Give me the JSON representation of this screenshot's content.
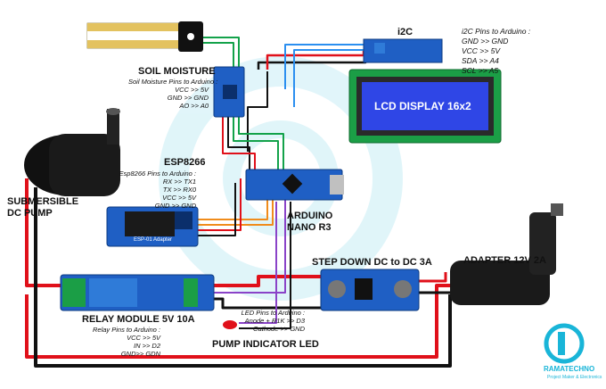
{
  "components": {
    "soil_moisture": {
      "title": "SOIL MOISTURE",
      "pins_title": "Soil Moisture Pins to Arduino :",
      "pins": [
        "VCC >> 5V",
        "GND >> GND",
        "AO >> A0"
      ]
    },
    "esp8266": {
      "title": "ESP8266",
      "pins_title": "Esp8266 Pins to Arduino :",
      "pins": [
        "RX >> TX1",
        "TX >> RX0",
        "VCC >> 5V",
        "GND >> GND"
      ],
      "board_label": "ESP-01 Adapter"
    },
    "pump": {
      "title_line1": "SUBMERSIBLE",
      "title_line2": "DC PUMP"
    },
    "arduino": {
      "title_line1": "ARDUINO",
      "title_line2": "NANO R3"
    },
    "i2c": {
      "title": "i2C",
      "pins_title": "i2C Pins to Arduino :",
      "pins": [
        "GND >> GND",
        "VCC >> 5V",
        "SDA >> A4",
        "SCL >> A5"
      ]
    },
    "lcd": {
      "label": "LCD DISPLAY 16x2"
    },
    "step_down": {
      "title": "STEP DOWN DC to DC 3A"
    },
    "adapter": {
      "title": "ADAPTER 12V 2A"
    },
    "relay": {
      "title": "RELAY MODULE 5V 10A",
      "pins_title": "Relay Pins to Arduino :",
      "pins": [
        "VCC >> 5V",
        "IN >> D2",
        "GND>> GDN"
      ]
    },
    "led": {
      "title": "PUMP INDICATOR LED",
      "pins_title": "LED Pins to Arduino :",
      "pins": [
        "Anode + R1K >> D3",
        "Cathode >> GND"
      ]
    },
    "brand": {
      "name": "RAMATECHNO",
      "tagline": "Project Maker & Electronics",
      "watermark": "RAMATECHNO"
    }
  },
  "colors": {
    "wire_red": "#e0101a",
    "wire_black": "#111111",
    "wire_green": "#13a24a",
    "wire_blue": "#2b8ff0",
    "wire_orange": "#f08c1c",
    "wire_purple": "#8a43c8",
    "lcd_screen": "#2f46e6",
    "board_blue": "#1f5fc4",
    "relay_green": "#1b9e46",
    "brand": "#19b5d8"
  }
}
